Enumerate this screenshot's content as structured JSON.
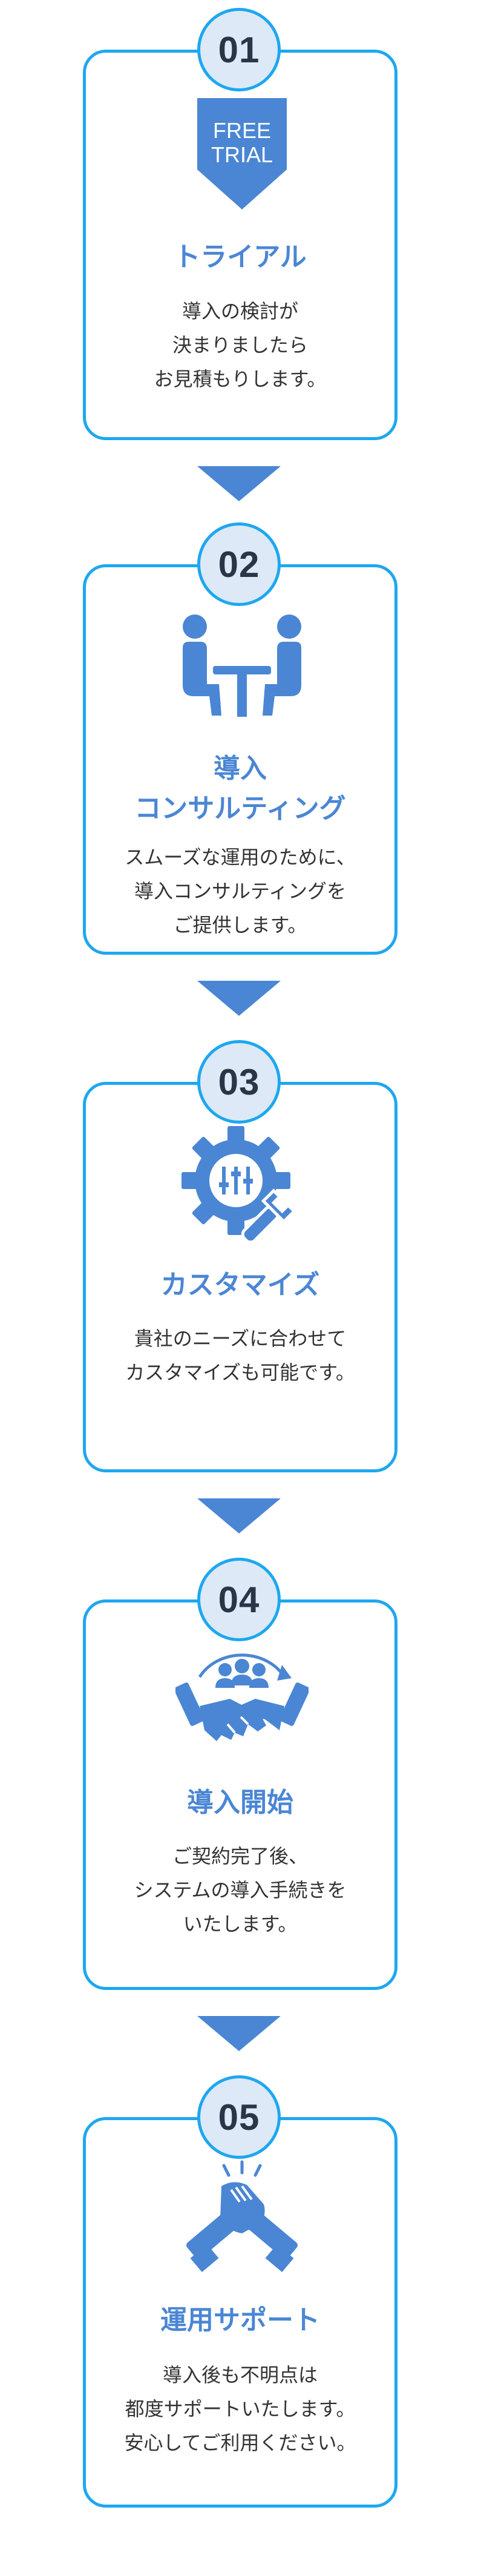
{
  "steps": [
    {
      "number": "01",
      "icon": "free-trial-icon",
      "icon_text": [
        "FREE",
        "TRIAL"
      ],
      "title_lines": [
        "トライアル"
      ],
      "desc_lines": [
        "導入の検討が",
        "決まりましたら",
        "お見積もりします。"
      ]
    },
    {
      "number": "02",
      "icon": "meeting-icon",
      "title_lines": [
        "導入",
        "コンサルティング"
      ],
      "desc_lines": [
        "スムーズな運用のために、",
        "導入コンサルティングを",
        "ご提供します。"
      ]
    },
    {
      "number": "03",
      "icon": "gear-wrench-icon",
      "title_lines": [
        "カスタマイズ"
      ],
      "desc_lines": [
        "貴社のニーズに合わせて",
        "カスタマイズも可能です。"
      ]
    },
    {
      "number": "04",
      "icon": "handshake-icon",
      "title_lines": [
        "導入開始"
      ],
      "desc_lines": [
        "ご契約完了後、",
        "システムの導入手続きを",
        "いたします。"
      ]
    },
    {
      "number": "05",
      "icon": "support-hands-icon",
      "title_lines": [
        "運用サポート"
      ],
      "desc_lines": [
        "導入後も不明点は",
        "都度サポートいたします。",
        "安心してご利用ください。"
      ]
    }
  ],
  "colors": {
    "card_border": "#1ea7f0",
    "badge_fill": "#dde9f7",
    "accent": "#4a86d4",
    "text": "#333333"
  }
}
